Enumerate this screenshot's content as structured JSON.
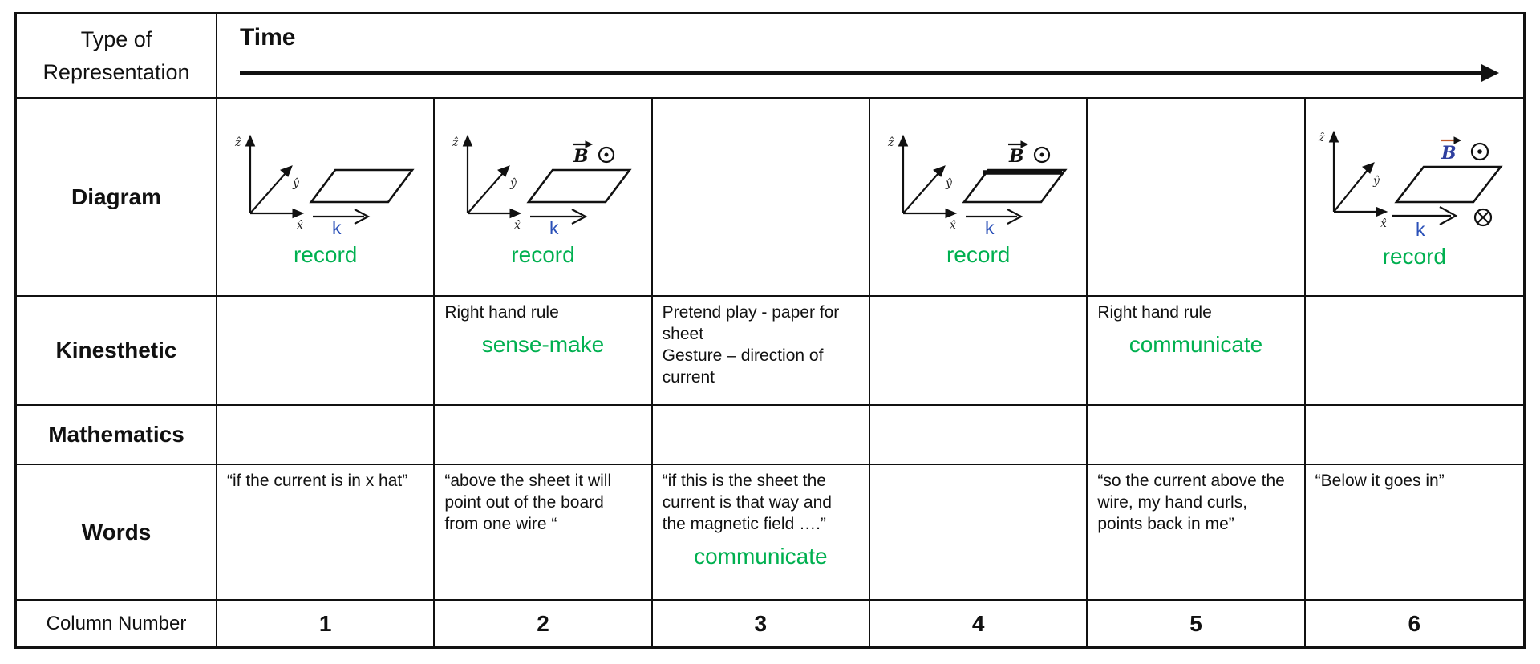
{
  "colors": {
    "annotation_green": "#00B050",
    "k_blue": "#2a50b8",
    "ink": "#111111"
  },
  "header": {
    "type_label_line1": "Type of",
    "type_label_line2": "Representation",
    "time_label": "Time"
  },
  "row_labels": {
    "diagram": "Diagram",
    "kinesthetic": "Kinesthetic",
    "mathematics": "Mathematics",
    "words": "Words",
    "column_number": "Column Number"
  },
  "diagram_symbols": {
    "z_hat": "ẑ",
    "y_hat": "ŷ",
    "x_hat": "x̂",
    "k": "k",
    "B": "B"
  },
  "columns": [
    {
      "number": "1",
      "diagram_annotation": "record",
      "kinesthetic": "",
      "kinesthetic_annotation": "",
      "mathematics": "",
      "words": "“if the current is in x hat”",
      "words_annotation": ""
    },
    {
      "number": "2",
      "diagram_annotation": "record",
      "kinesthetic": "Right hand rule",
      "kinesthetic_annotation": "sense-make",
      "mathematics": "",
      "words": "“above the sheet it will point out of the board from one wire “",
      "words_annotation": ""
    },
    {
      "number": "3",
      "diagram_annotation": "",
      "kinesthetic": "Pretend play - paper for sheet\nGesture – direction of current",
      "kinesthetic_annotation": "",
      "mathematics": "",
      "words": "“if this is the sheet the current is that way and the magnetic field ….”",
      "words_annotation": "communicate"
    },
    {
      "number": "4",
      "diagram_annotation": "record",
      "kinesthetic": "",
      "kinesthetic_annotation": "",
      "mathematics": "",
      "words": "",
      "words_annotation": ""
    },
    {
      "number": "5",
      "diagram_annotation": "",
      "kinesthetic": "Right hand rule",
      "kinesthetic_annotation": "communicate",
      "mathematics": "",
      "words": "“so the current above the wire, my hand curls, points back in me”",
      "words_annotation": ""
    },
    {
      "number": "6",
      "diagram_annotation": "record",
      "kinesthetic": "",
      "kinesthetic_annotation": "",
      "mathematics": "",
      "words": "“Below it goes in”",
      "words_annotation": ""
    }
  ]
}
